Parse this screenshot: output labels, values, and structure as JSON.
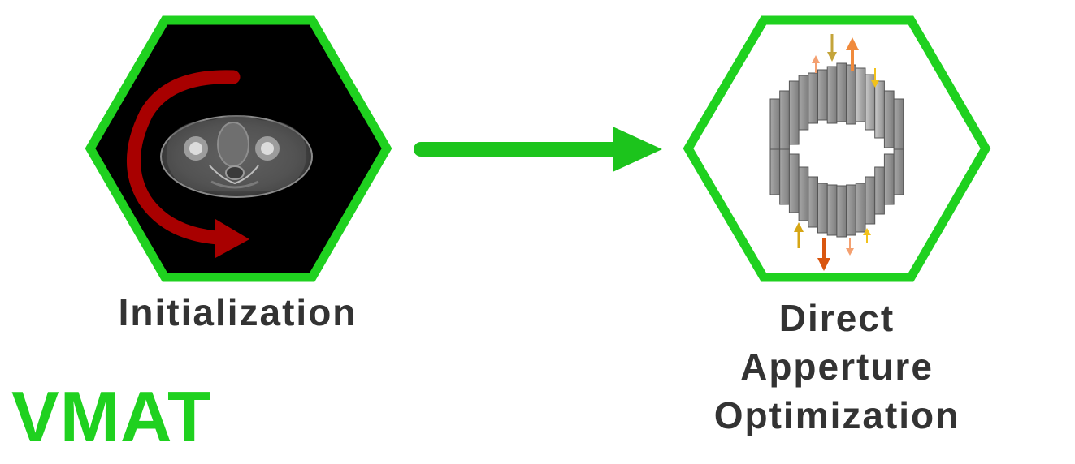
{
  "diagram": {
    "title": "VMAT",
    "steps": [
      {
        "id": "initialization",
        "label": "Initialization"
      },
      {
        "id": "dao",
        "label_lines": [
          "Direct",
          "Apperture",
          "Optimization"
        ]
      }
    ]
  },
  "colors": {
    "hex_outline": "#1fd11f",
    "arrow": "#1cc41c",
    "title": "#1fd11f",
    "label_text": "#333333",
    "rotation_arrow": "#a80000",
    "leaf_gray": "#9a9a9a",
    "arrow_orange": "#f08a3c",
    "arrow_dark_orange": "#d9560f",
    "arrow_gold": "#d6a615",
    "arrow_yellow": "#f2c21a",
    "arrow_olive": "#c4a43a"
  },
  "icons": {
    "ct_slice": "ct-scan-image",
    "rotation": "gantry-rotation-arrow",
    "aperture": "mlc-aperture-icon"
  }
}
